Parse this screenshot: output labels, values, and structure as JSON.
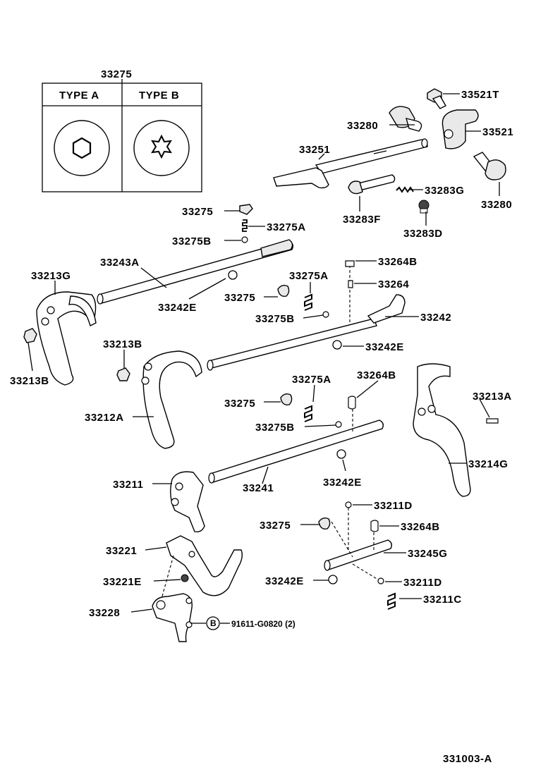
{
  "inset": {
    "title": "33275",
    "type_a": "TYPE A",
    "type_b": "TYPE B"
  },
  "labels": {
    "p33521T": "33521T",
    "p33280a": "33280",
    "p33521": "33521",
    "p33251": "33251",
    "p33283G": "33283G",
    "p33280b": "33280",
    "p33283F": "33283F",
    "p33283D": "33283D",
    "p33275a": "33275",
    "p33275A_a": "33275A",
    "p33275B_a": "33275B",
    "p33243A": "33243A",
    "p33264B_a": "33264B",
    "p33213G": "33213G",
    "p33275A_b": "33275A",
    "p33264": "33264",
    "p33275b": "33275",
    "p33242E_a": "33242E",
    "p33275B_b": "33275B",
    "p33242": "33242",
    "p33213B_a": "33213B",
    "p33242E_b": "33242E",
    "p33213B_b": "33213B",
    "p33275A_c": "33275A",
    "p33264B_b": "33264B",
    "p33213A": "33213A",
    "p33212A": "33212A",
    "p33275c": "33275",
    "p33275B_c": "33275B",
    "p33214G": "33214G",
    "p33211": "33211",
    "p33241": "33241",
    "p33242E_c": "33242E",
    "p33211D_a": "33211D",
    "p33275d": "33275",
    "p33264B_c": "33264B",
    "p33221": "33221",
    "p33245G": "33245G",
    "p33221E": "33221E",
    "p33242E_d": "33242E",
    "p33211D_b": "33211D",
    "p33211C": "33211C",
    "p33228": "33228",
    "bolt_marker": "B",
    "bolt_part": "91611-G0820 (2)"
  },
  "figure_code": "331003-A"
}
